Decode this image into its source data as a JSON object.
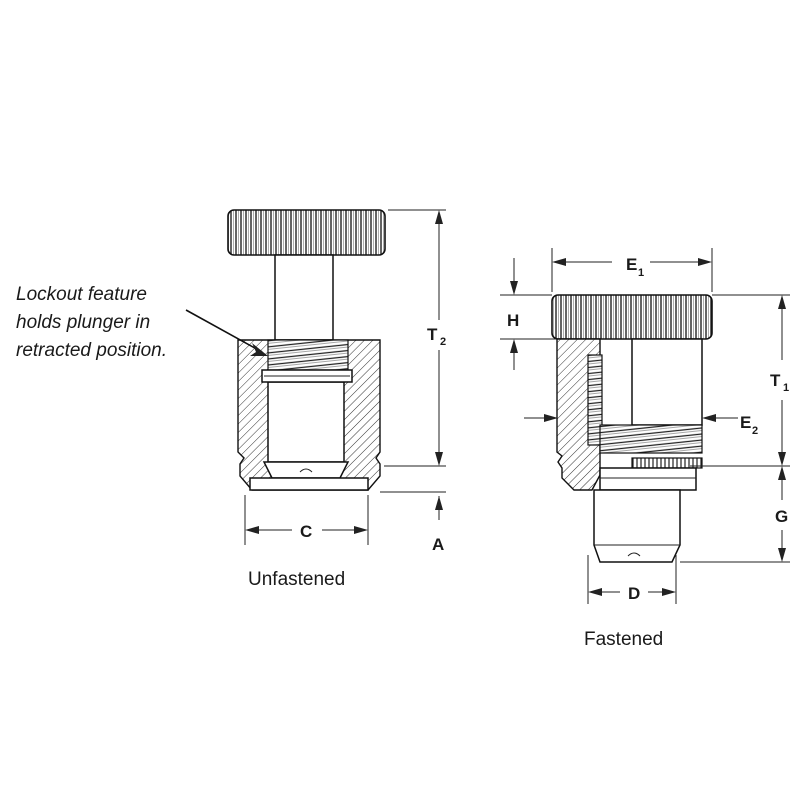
{
  "annotation": {
    "lines": [
      "Lockout feature",
      "holds plunger in",
      "retracted position."
    ]
  },
  "unfastened": {
    "caption": "Unfastened",
    "dims": {
      "t2": "T",
      "t2_sub": "2",
      "c": "C",
      "a": "A"
    }
  },
  "fastened": {
    "caption": "Fastened",
    "dims": {
      "e1": "E",
      "e1_sub": "1",
      "h": "H",
      "t1": "T",
      "t1_sub": "1",
      "e2": "E",
      "e2_sub": "2",
      "g": "G",
      "d": "D"
    }
  }
}
